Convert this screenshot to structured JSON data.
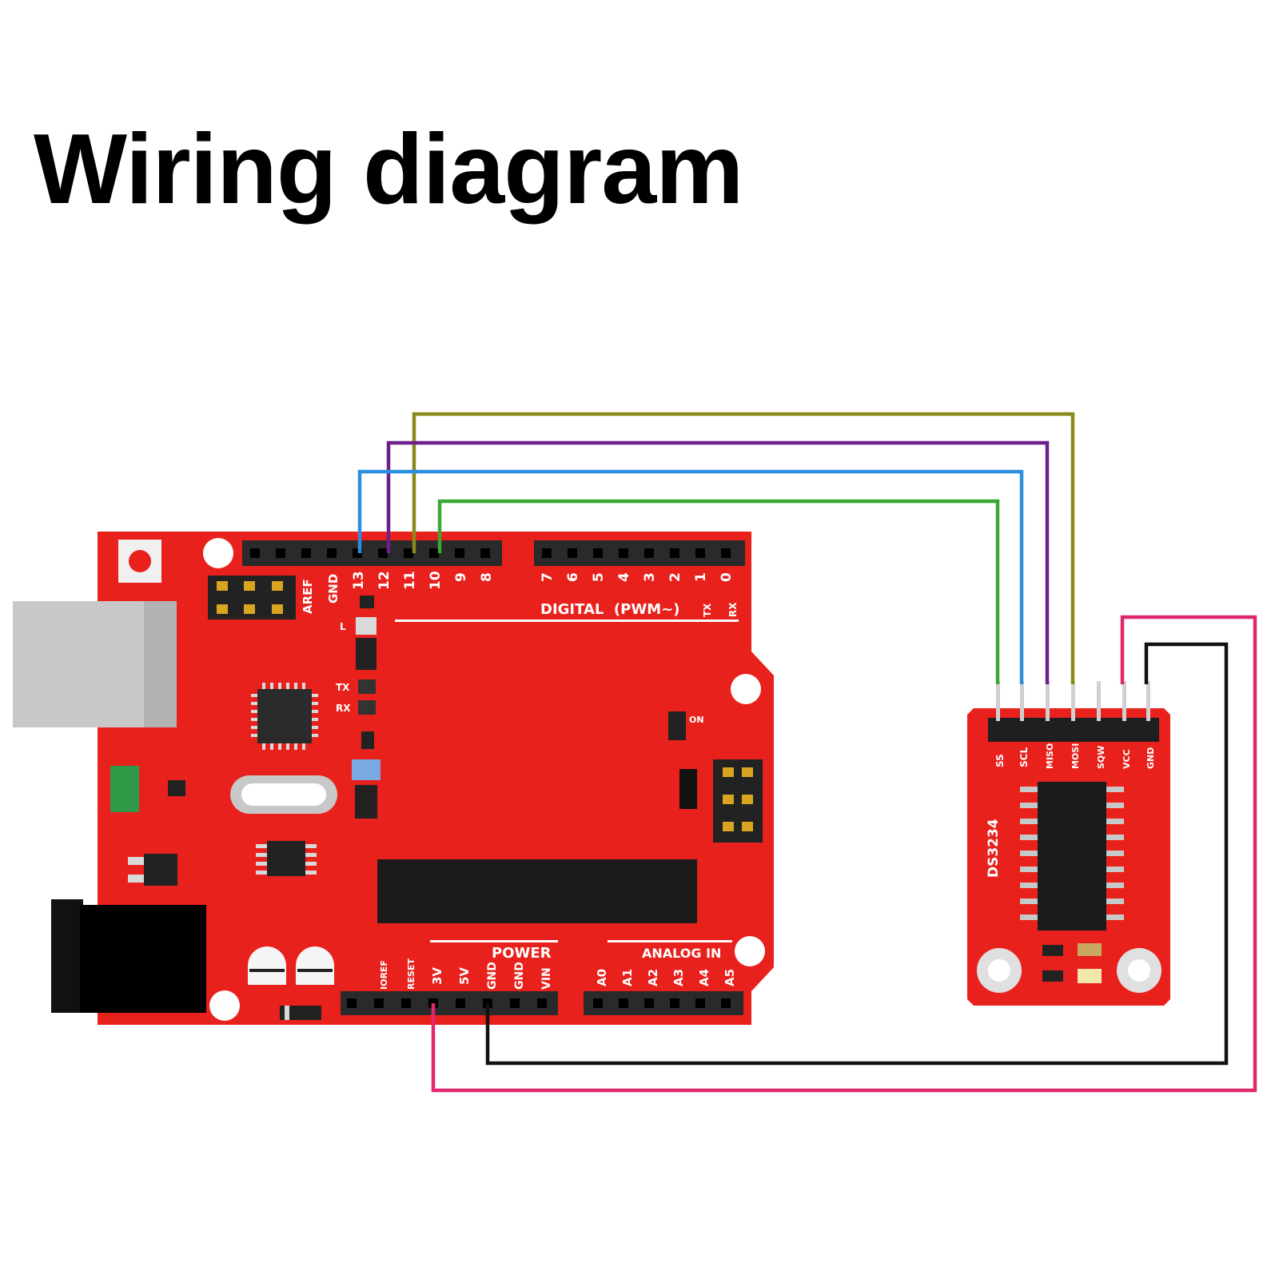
{
  "title": "Wiring diagram",
  "colors": {
    "board": "#e8211c",
    "header": "#2a2a2a",
    "wire_olive": "#8a8a1a",
    "wire_purple": "#6e1f8a",
    "wire_blue": "#2a8fe0",
    "wire_green": "#3aa832",
    "wire_pink": "#e0286e",
    "wire_black": "#111111"
  },
  "arduino": {
    "digital_pins": [
      "13",
      "12",
      "11",
      "10",
      "9",
      "8"
    ],
    "digital_pins_low": [
      "7",
      "6",
      "5",
      "4",
      "3",
      "2",
      "1",
      "0"
    ],
    "header_labels": [
      "AREF",
      "GND"
    ],
    "digital_label": "DIGITAL  (PWM~)",
    "tx_rx": [
      "TX",
      "RX"
    ],
    "power_label": "POWER",
    "power_pins": [
      "IOREF",
      "RESET",
      "3V",
      "5V",
      "GND",
      "GND",
      "VIN"
    ],
    "analog_label": "ANALOG IN",
    "analog_pins": [
      "A0",
      "A1",
      "A2",
      "A3",
      "A4",
      "A5"
    ],
    "component_labels": [
      "L",
      "TX",
      "RX"
    ]
  },
  "module": {
    "pins": [
      "SS",
      "SCL",
      "MISO",
      "MOSI",
      "SQW",
      "VCC",
      "GND"
    ],
    "chip_label": "DS3234"
  },
  "connections": [
    {
      "from": "11",
      "to": "MOSI",
      "color": "wire_olive"
    },
    {
      "from": "12",
      "to": "MISO",
      "color": "wire_purple"
    },
    {
      "from": "13",
      "to": "SCL",
      "color": "wire_blue"
    },
    {
      "from": "10",
      "to": "SS",
      "color": "wire_green"
    },
    {
      "from": "3V",
      "to": "VCC",
      "color": "wire_pink"
    },
    {
      "from": "GND",
      "to": "GND",
      "color": "wire_black"
    }
  ]
}
